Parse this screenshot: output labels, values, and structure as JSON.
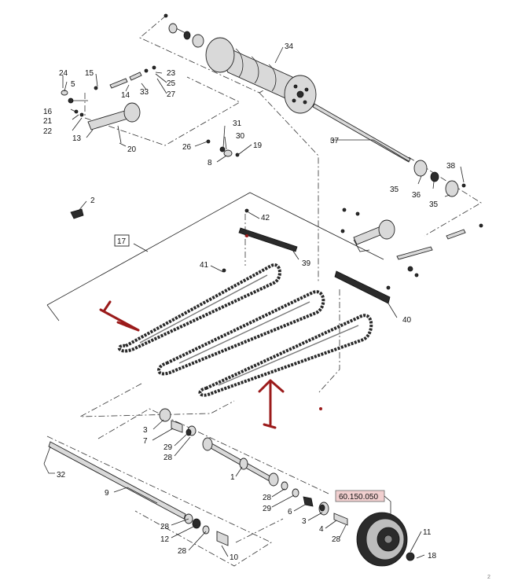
{
  "diagram": {
    "reference_code": "60.150.050",
    "group_callout": "17",
    "corner_mark": "2",
    "callouts": [
      "1",
      "2",
      "3",
      "3",
      "4",
      "5",
      "6",
      "7",
      "8",
      "9",
      "10",
      "11",
      "12",
      "13",
      "14",
      "15",
      "16",
      "18",
      "19",
      "20",
      "21",
      "22",
      "23",
      "24",
      "25",
      "26",
      "27",
      "28",
      "28",
      "28",
      "28",
      "28",
      "28",
      "29",
      "29",
      "30",
      "31",
      "32",
      "33",
      "34",
      "35",
      "35",
      "36",
      "37",
      "38",
      "39",
      "40",
      "41",
      "42"
    ],
    "annotation_color": "#9b1b1b"
  }
}
